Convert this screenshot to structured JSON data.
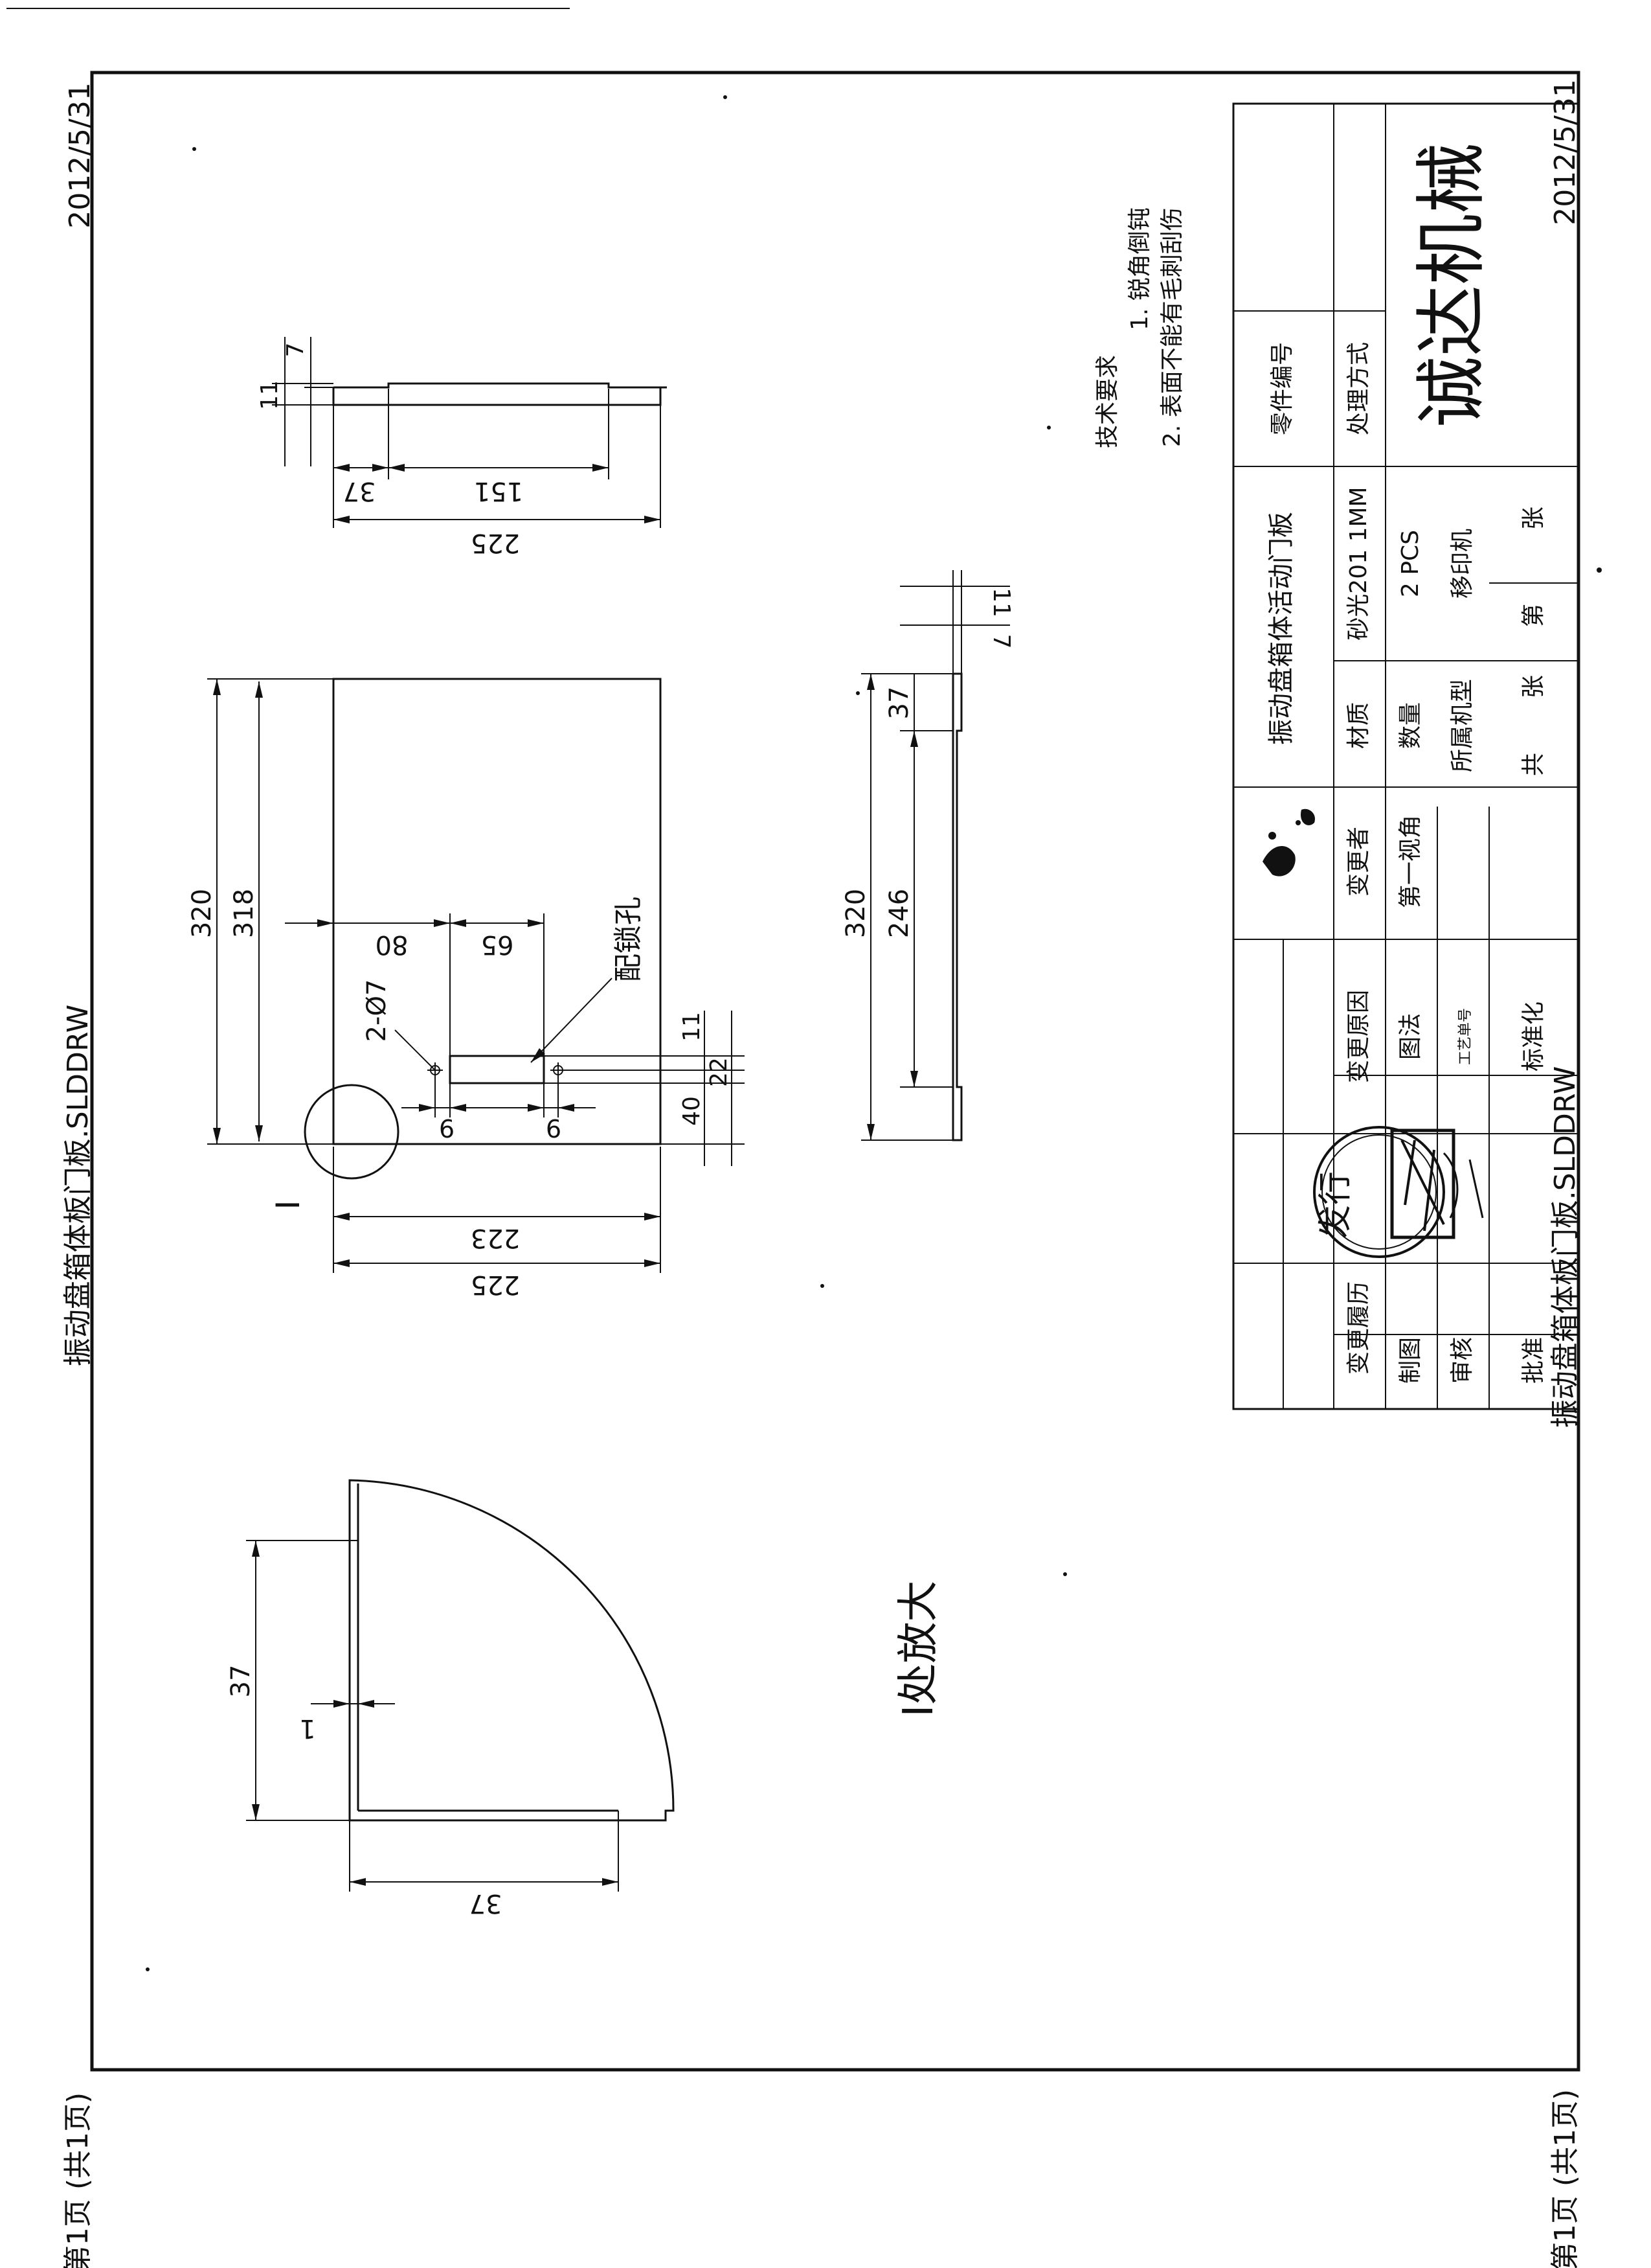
{
  "margin_text": {
    "date": "2012/5/31",
    "file_name": "振动盘箱体板门板.SLDDRW",
    "page_label": "第1页 (共1页)"
  },
  "tech_requirements": {
    "title": "技术要求",
    "items": [
      "1. 锐角倒钝",
      "2. 表面不能有毛刺刮伤"
    ]
  },
  "front_view": {
    "dim_width_inner": "223",
    "dim_width_outer": "225",
    "dim_height_outer": "320",
    "dim_height_inner": "318",
    "dim_slot_left": "80",
    "dim_slot_width": "65",
    "dim_hole_spacing_a": "9",
    "dim_hole_spacing_b": "9",
    "dim_slot_top": "11",
    "dim_bottom_40": "40",
    "dim_bottom_22": "22",
    "hole_callout": "2-Ø7",
    "lock_hole_label": "配锁孔",
    "detail_marker": "I"
  },
  "top_view": {
    "dim_width": "225",
    "dim_37": "37",
    "dim_151": "151",
    "dim_7": "7",
    "dim_11": "11"
  },
  "side_view": {
    "dim_320": "320",
    "dim_246": "246",
    "dim_37": "37",
    "dim_11": "11",
    "dim_7": "7"
  },
  "detail_view": {
    "title": "I处放大",
    "dim_37_vertical": "37",
    "dim_37_horizontal": "37",
    "dim_1": "1"
  },
  "title_block": {
    "part_name": "振动盘箱体活动门板",
    "part_no_label": "零件编号",
    "process_label": "处理方式",
    "material_label": "材质",
    "material_value": "砂光201 1MM",
    "qty_label": "数量",
    "qty_value": "2 PCS",
    "machine_label": "所属机型",
    "machine_value": "移印机",
    "sheets_total_label": "共",
    "sheets_unit_label": "张",
    "sheet_no_label": "第",
    "sheet_no_unit_label": "张",
    "company": "诚达机械",
    "revision_history_label": "变更履历",
    "change_reason_label": "变更原因",
    "changer_label": "变更者",
    "drawn_label": "制图",
    "projection_label": "图法",
    "projection_value": "第一视角",
    "checked_label": "审核",
    "process_no_label": "工艺单号",
    "approved_label": "批准",
    "standardized_label": "标准化"
  },
  "stamp": {
    "text": "发行"
  }
}
